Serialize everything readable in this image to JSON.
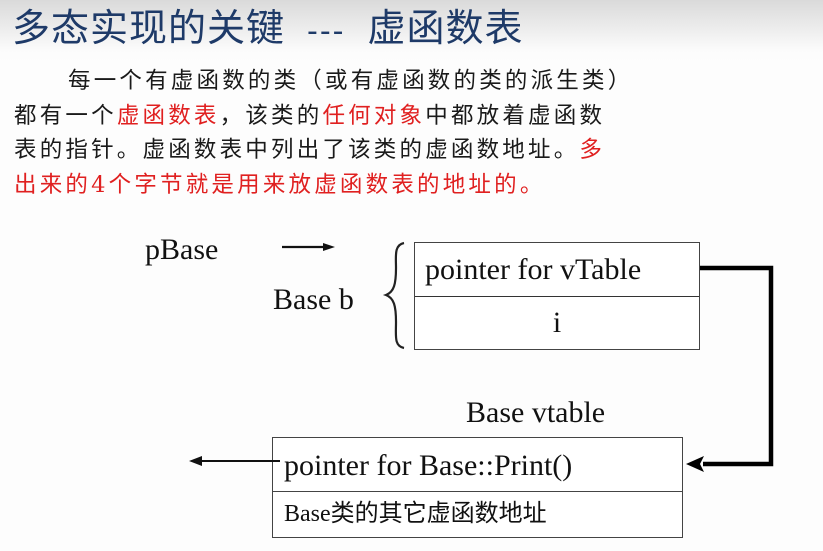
{
  "slide": {
    "title": {
      "main": "多态实现的关键",
      "separator": "---",
      "sub": "虚函数表"
    },
    "paragraph": {
      "lines": [
        [
          {
            "text": "每一个有虚函数的类（或有虚函数的类的派生类）",
            "red": false
          }
        ],
        [
          {
            "text": "都有一个",
            "red": false
          },
          {
            "text": "虚函数表",
            "red": true
          },
          {
            "text": "，该类的",
            "red": false
          },
          {
            "text": "任何对象",
            "red": true
          },
          {
            "text": "中都放着虚函数",
            "red": false
          }
        ],
        [
          {
            "text": "表的指针。虚函数表中列出了该类的虚函数地址。",
            "red": false
          },
          {
            "text": "多",
            "red": true
          }
        ],
        [
          {
            "text": "出来的4个字节就是用来放虚函数表的地址的。",
            "red": true
          }
        ]
      ]
    },
    "colors": {
      "title": "#1e3a68",
      "text": "#1a1a1a",
      "highlight": "#e02020"
    }
  },
  "diagram": {
    "pointer_label": "pBase",
    "object_label": "Base b",
    "object_cells": [
      "pointer for vTable",
      "i"
    ],
    "vtable_label": "Base vtable",
    "vtable_cells": [
      "pointer for Base::Print()",
      "Base类的其它虚函数地址"
    ]
  }
}
